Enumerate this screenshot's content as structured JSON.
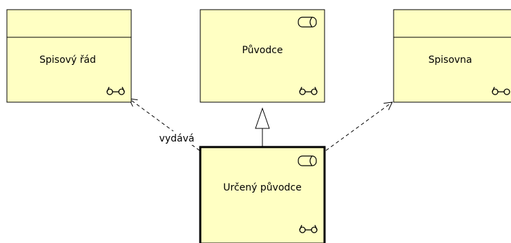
{
  "elements": {
    "spisovy_rad": {
      "label": "Spisový řád",
      "icon": "glasses-icon"
    },
    "puvodce": {
      "label": "Původce",
      "icons": [
        "component-icon",
        "glasses-icon"
      ]
    },
    "spisovna": {
      "label": "Spisovna",
      "icon": "glasses-icon"
    },
    "urceny_puvodce": {
      "label": "Určený původce",
      "icons": [
        "component-icon",
        "glasses-icon"
      ]
    }
  },
  "relations": {
    "vydava": {
      "label": "vydává",
      "type": "dashed-arrow"
    },
    "generalization": {
      "type": "hollow-triangle-arrow"
    },
    "spisovna_link": {
      "type": "dashed-arrow"
    }
  },
  "colors": {
    "element_fill": "#ffffc3",
    "stroke": "#000000"
  }
}
